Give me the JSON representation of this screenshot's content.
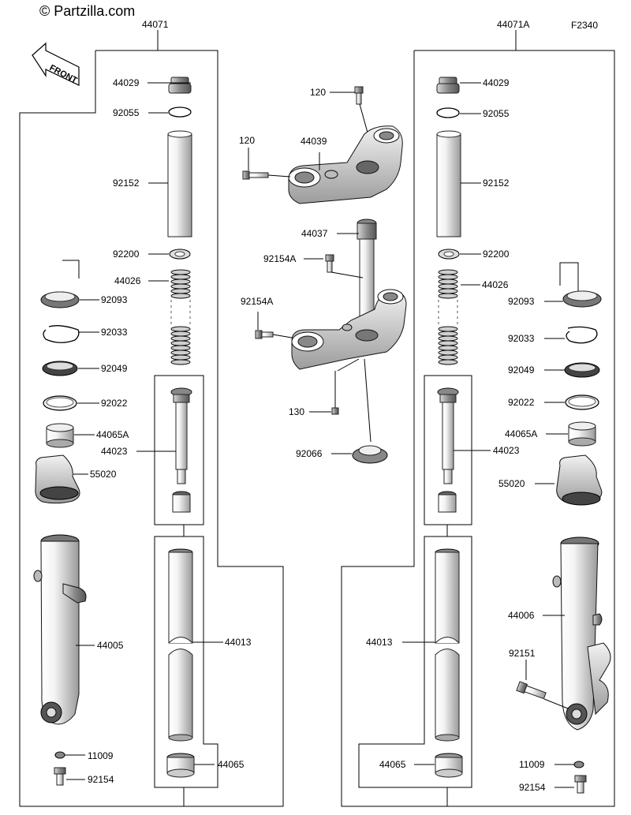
{
  "watermark": "© Partzilla.com",
  "figure_code": "F2340",
  "front_label": "FRONT",
  "labels": {
    "44071": "44071",
    "44071A": "44071A",
    "44029": "44029",
    "92055": "92055",
    "92152": "92152",
    "92200": "92200",
    "44026": "44026",
    "92093": "92093",
    "92033": "92033",
    "92049": "92049",
    "92022": "92022",
    "44065A": "44065A",
    "44023": "44023",
    "55020": "55020",
    "44005": "44005",
    "44006": "44006",
    "44013": "44013",
    "44065": "44065",
    "11009": "11009",
    "92154": "92154",
    "92151": "92151",
    "120": "120",
    "44039": "44039",
    "44037": "44037",
    "92154A": "92154A",
    "130": "130",
    "92066": "92066"
  }
}
